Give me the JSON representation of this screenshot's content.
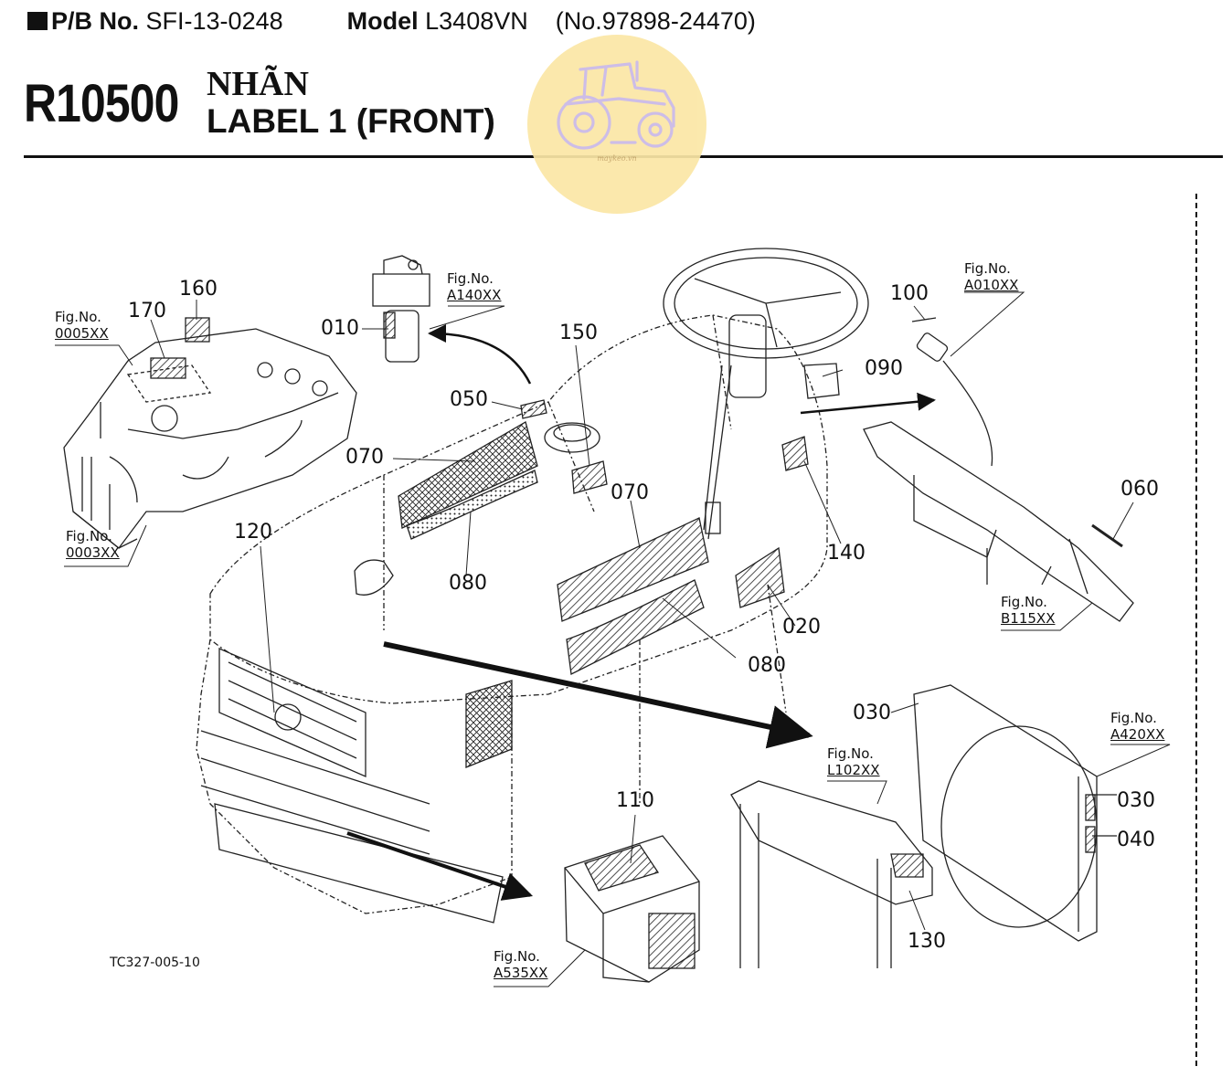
{
  "header": {
    "pb_label": "P/B No.",
    "pb_value": "SFI-13-0248",
    "model_label": "Model",
    "model_value": "L3408VN",
    "serial": "(No.97898-24470)"
  },
  "section": {
    "code": "R10500",
    "title_vi": "NHÃN",
    "title_en": "LABEL 1 (FRONT)"
  },
  "logo": {
    "text": "maykeo.vn",
    "color": "#fbe7a6"
  },
  "parts": {
    "p010": "010",
    "p020": "020",
    "p030a": "030",
    "p030b": "030",
    "p040": "040",
    "p050": "050",
    "p060": "060",
    "p070a": "070",
    "p070b": "070",
    "p080a": "080",
    "p080b": "080",
    "p090": "090",
    "p100": "100",
    "p110": "110",
    "p120": "120",
    "p130": "130",
    "p140": "140",
    "p150": "150",
    "p160": "160",
    "p170": "170"
  },
  "figs": {
    "fig_label": "Fig.No.",
    "f0005": "0005XX",
    "f0003": "0003XX",
    "fA140": "A140XX",
    "fA010": "A010XX",
    "fB115": "B115XX",
    "fL102": "L102XX",
    "fA420": "A420XX",
    "fA535": "A535XX"
  },
  "footer": {
    "code": "TC327-005-10"
  }
}
